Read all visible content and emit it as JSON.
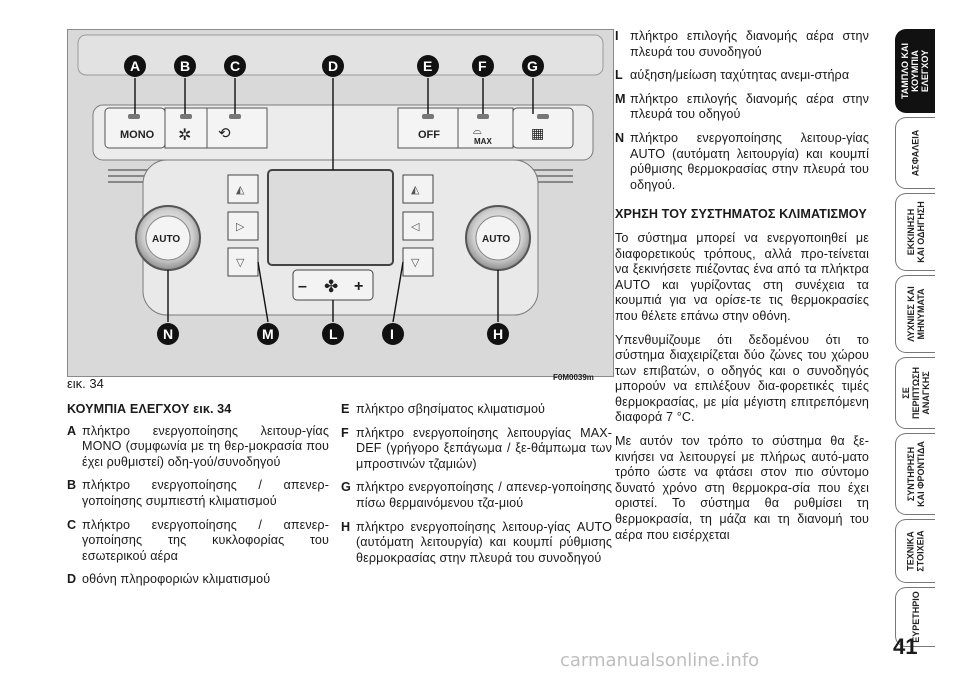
{
  "figure": {
    "caption": "εικ. 34",
    "code": "F0M0039m",
    "callouts_top": [
      "A",
      "B",
      "C",
      "D",
      "E",
      "F",
      "G"
    ],
    "callouts_bottom": [
      "N",
      "M",
      "L",
      "I",
      "H"
    ],
    "buttons": {
      "mono": "MONO",
      "off": "OFF",
      "max": "MAX",
      "auto_left": "AUTO",
      "auto_right": "AUTO",
      "minus": "–",
      "plus": "+"
    }
  },
  "col1": {
    "heading": "ΚΟΥΜΠΙΑ ΕΛΕΓΧΟΥ εικ. 34",
    "items": [
      {
        "key": "A",
        "text": "πλήκτρο ενεργοποίησης λειτουρ-γίας MONO (συμφωνία με τη θερ-μοκρασία που έχει ρυθμιστεί) οδη-γού/συνοδηγού"
      },
      {
        "key": "B",
        "text": "πλήκτρο ενεργοποίησης / απενερ-γοποίησης συμπιεστή κλιματισμού"
      },
      {
        "key": "C",
        "text": "πλήκτρο ενεργοποίησης / απενερ-γοποίησης της κυκλοφορίας του εσωτερικού αέρα"
      },
      {
        "key": "D",
        "text": "οθόνη πληροφοριών κλιματισμού"
      }
    ]
  },
  "col2": {
    "items": [
      {
        "key": "E",
        "text": "πλήκτρο σβησίματος κλιματισμού"
      },
      {
        "key": "F",
        "text": "πλήκτρο ενεργοποίησης λειτουργίας MAX-DEF (γρήγορο ξεπάγωμα / ξε-θάμπωμα των μπροστινών τζαμιών)"
      },
      {
        "key": "G",
        "text": "πλήκτρο ενεργοποίησης / απενερ-γοποίησης πίσω θερμαινόμενου τζα-μιού"
      },
      {
        "key": "H",
        "text": "πλήκτρο ενεργοποίησης λειτουρ-γίας AUTO (αυτόματη λειτουργία) και κουμπί ρύθμισης θερμοκρασίας στην πλευρά του συνοδηγού"
      }
    ]
  },
  "col3": {
    "items": [
      {
        "key": "I",
        "text": "πλήκτρο επιλογής διανομής αέρα στην πλευρά του συνοδηγού"
      },
      {
        "key": "L",
        "text": "αύξηση/μείωση ταχύτητας ανεμι-στήρα"
      },
      {
        "key": "M",
        "text": "πλήκτρο επιλογής διανομής αέρα στην πλευρά του οδηγού"
      },
      {
        "key": "N",
        "text": "πλήκτρο ενεργοποίησης λειτουρ-γίας AUTO (αυτόματη λειτουργία) και κουμπί ρύθμισης θερμοκρασίας στην πλευρά του οδηγού."
      }
    ],
    "heading": "ΧΡΗΣΗ ΤΟΥ ΣΥΣΤΗΜΑΤΟΣ ΚΛΙΜΑΤΙΣΜΟΥ",
    "paragraphs": [
      "Το σύστημα μπορεί να ενεργοποιηθεί με διαφορετικούς τρόπους, αλλά προ-τείνεται να ξεκινήσετε πιέζοντας ένα από τα πλήκτρα AUTO και γυρίζοντας στη συνέχεια τα κουμπιά για να ορίσε-τε τις θερμοκρασίες που θέλετε επάνω στην οθόνη.",
      "Υπενθυμίζουμε ότι δεδομένου ότι το σύστημα διαχειρίζεται δύο ζώνες του χώρου των επιβατών, ο οδηγός και ο συνοδηγός μπορούν να επιλέξουν δια-φορετικές τιμές θερμοκρασίας, με μία μέγιστη επιτρεπόμενη διαφορά 7 °C.",
      "Με αυτόν τον τρόπο το σύστημα θα ξε-κινήσει να λειτουργεί με πλήρως αυτό-ματο τρόπο ώστε να φτάσει στον πιο σύντομο δυνατό χρόνο στη θερμοκρα-σία που έχει οριστεί.   Το σύστημα θα ρυθμίσει τη θερμοκρασία, τη μάζα και τη διανομή του αέρα που εισέρχεται"
    ]
  },
  "tabs": [
    {
      "label": "ΤΑΜΠΛΟ ΚΑΙ\nΚΟΥΜΠΙΑ\nΕΛΕΓΧΟΥ",
      "active": true
    },
    {
      "label": "ΑΣΦΑΛΕΙΑ",
      "active": false
    },
    {
      "label": "ΕΚΚΙΝΗΣΗ\nΚΑΙ ΟΔΗΓΗΣΗ",
      "active": false
    },
    {
      "label": "ΛΥΧΝΙΕΣ ΚΑΙ\nΜΗΝΥΜΑΤΑ",
      "active": false
    },
    {
      "label": "ΣΕ\nΠΕΡΙΠΤΩΣΗ\nΑΝΑΓΚΗΣ",
      "active": false
    },
    {
      "label": "ΣΥΝΤΗΡΗΣΗ\nΚΑΙ ΦΡΟΝΤΙΔΑ",
      "active": false
    },
    {
      "label": "ΤΕΧΝΙΚΑ\nΣΤΟΙΧΕΙΑ",
      "active": false
    },
    {
      "label": "ΕΥΡΕΤΗΡΙΟ",
      "active": false
    }
  ],
  "page_number": "41",
  "watermark": "carmanualsonline.info"
}
